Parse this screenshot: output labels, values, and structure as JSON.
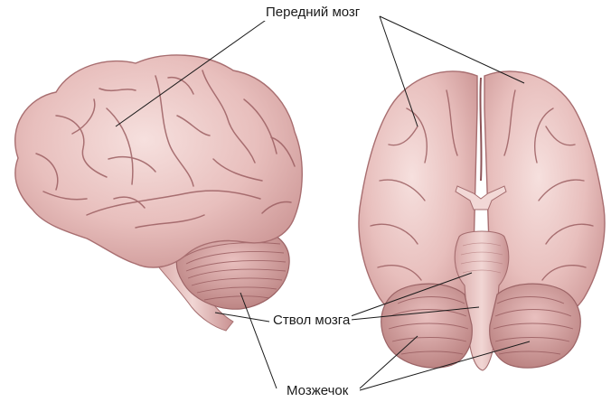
{
  "labels": {
    "forebrain": "Передний мозг",
    "brainstem": "Ствол мозга",
    "cerebellum": "Мозжечок"
  },
  "colors": {
    "brain_fill": "#eac2c0",
    "brain_light": "#f4dcda",
    "brain_shadow": "#b57c7d",
    "sulcus": "#9c5f62",
    "leader_line": "#1a1a1a",
    "background": "#ffffff"
  },
  "views": [
    "lateral-view",
    "inferior-view"
  ]
}
